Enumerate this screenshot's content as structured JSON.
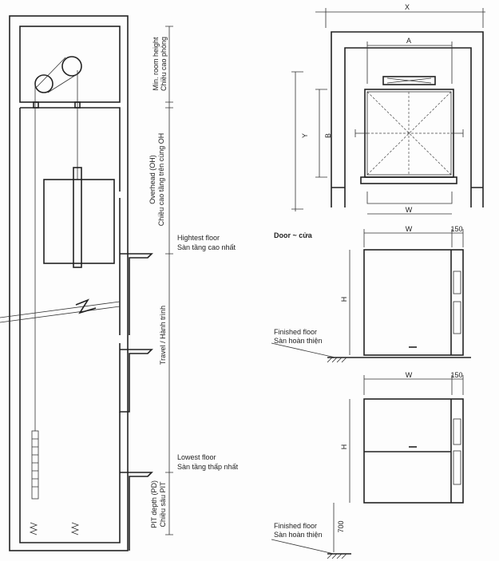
{
  "section": {
    "min_room_height": "Min. room height",
    "min_room_height_vi": "Chiều cao phòng",
    "overhead": "Overhead (OH)",
    "overhead_vi": "Chiều cao tầng trên cùng OH",
    "highest_floor": "Hightest floor",
    "highest_floor_vi": "Sàn tầng cao nhất",
    "travel": "Travel / Hành trình",
    "lowest_floor": "Lowest floor",
    "lowest_floor_vi": "Sàn tầng thấp nhất",
    "pit_depth": "PIT depth (PD)",
    "pit_depth_vi": "Chiều sâu PIT"
  },
  "plan": {
    "x": "X",
    "a": "A",
    "y": "Y",
    "b": "B",
    "w": "W"
  },
  "door": {
    "title": "Door ~ cửa",
    "w": "W",
    "side": "150",
    "h": "H",
    "finished_floor": "Finished floor",
    "finished_floor_vi": "Sàn hoàn thiện",
    "sill_height": "700"
  }
}
